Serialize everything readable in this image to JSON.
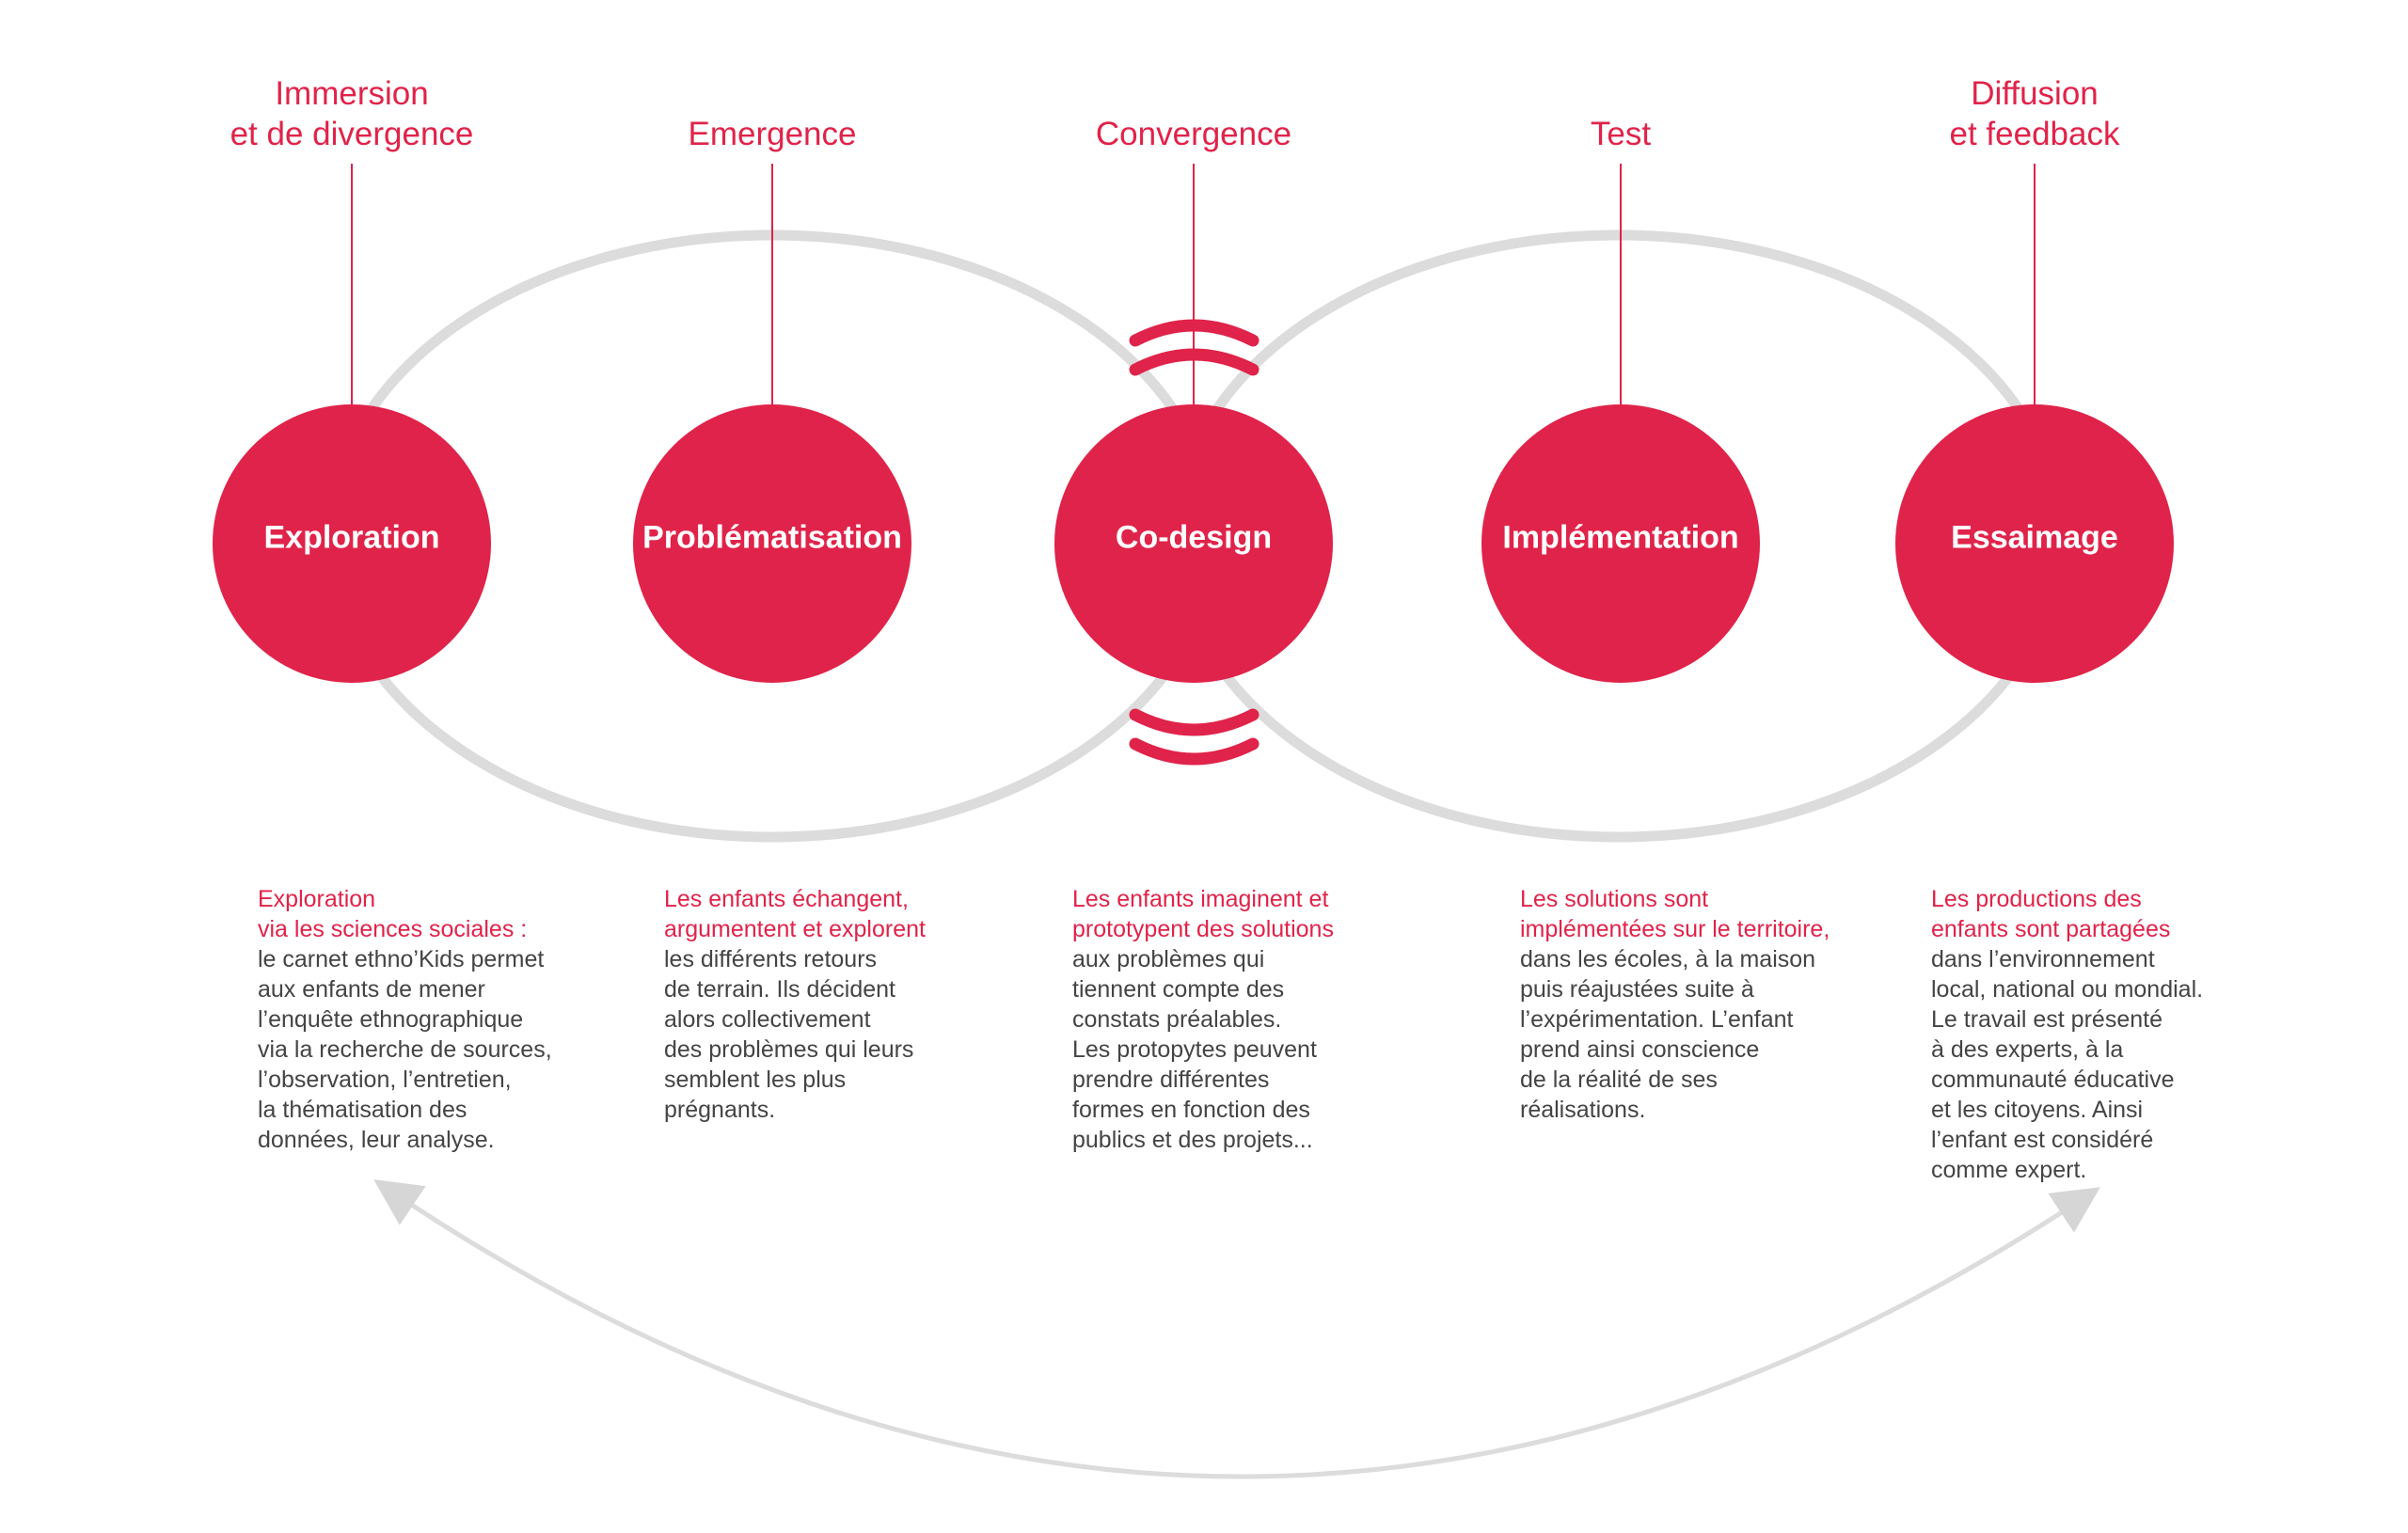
{
  "colors": {
    "accent": "#e0234a",
    "loop": "#dcdcdc",
    "text": "#444444"
  },
  "stages": [
    {
      "phase": [
        "Immersion",
        "et de divergence"
      ],
      "name": "Exploration",
      "highlight": [
        "Exploration",
        "via les sciences sociales :"
      ],
      "body": [
        "le carnet ethno’Kids permet",
        "aux enfants de mener",
        "l’enquête ethnographique",
        "via la recherche de sources,",
        "l’observation, l’entretien,",
        "la thématisation des",
        "données, leur analyse."
      ]
    },
    {
      "phase": [
        "Emergence"
      ],
      "name": "Problématisation",
      "highlight": [
        "Les enfants échangent,",
        "argumentent et explorent"
      ],
      "body": [
        "les différents retours",
        "de terrain. Ils décident",
        "alors collectivement",
        "des problèmes qui leurs",
        "semblent les plus",
        "prégnants."
      ]
    },
    {
      "phase": [
        "Convergence"
      ],
      "name": "Co-design",
      "highlight": [
        "Les enfants imaginent et",
        "prototypent des solutions"
      ],
      "body": [
        "aux problèmes qui",
        "tiennent compte des",
        "constats préalables.",
        "Les protopytes peuvent",
        "prendre différentes",
        "formes en fonction des",
        "publics et des projets..."
      ]
    },
    {
      "phase": [
        "Test"
      ],
      "name": "Implémentation",
      "highlight": [
        "Les solutions sont",
        "implémentées sur le territoire,"
      ],
      "body": [
        "dans les écoles, à la maison",
        "puis réajustées suite à",
        "l’expérimentation. L’enfant",
        "prend ainsi conscience",
        "de la réalité de ses",
        "réalisations."
      ]
    },
    {
      "phase": [
        "Diffusion",
        "et feedback"
      ],
      "name": "Essaimage",
      "highlight": [
        "Les productions des",
        "enfants sont partagées"
      ],
      "body": [
        "dans l’environnement",
        "local, national ou mondial.",
        "Le travail est présenté",
        "à des experts, à la",
        "communauté éducative",
        "et les citoyens. Ainsi",
        "l’enfant est considéré",
        "comme expert."
      ]
    }
  ]
}
